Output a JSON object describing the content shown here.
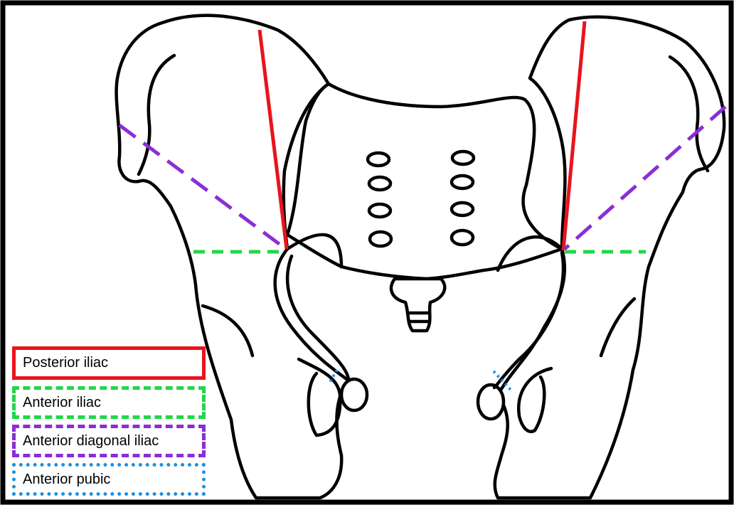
{
  "legend": [
    {
      "label": "Posterior iliac",
      "color": "#e8141c",
      "style": "solid"
    },
    {
      "label": "Anterior iliac",
      "color": "#22d64a",
      "style": "dashed"
    },
    {
      "label": "Anterior diagonal iliac",
      "color": "#8a2ed6",
      "style": "dashed"
    },
    {
      "label": "Anterior pubic",
      "color": "#1f8ee0",
      "style": "dotted"
    }
  ]
}
